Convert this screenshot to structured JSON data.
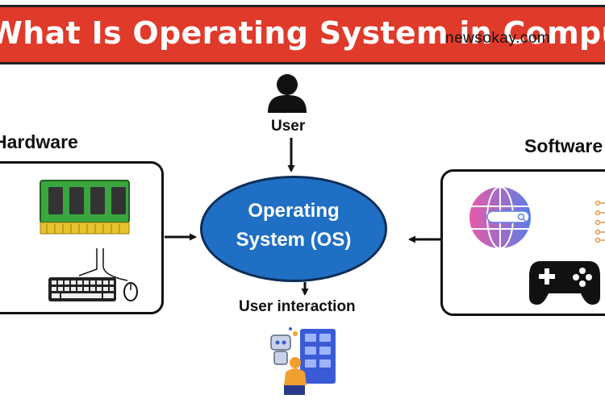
{
  "banner": {
    "title": "What Is Operating System in Computer?"
  },
  "watermark": "newsokay.com",
  "nodes": {
    "user": "User",
    "hardware": "Hardware",
    "software": "Software",
    "os_line1": "Operating",
    "os_line2": "System (OS)",
    "user_interaction": "User interaction"
  },
  "colors": {
    "banner": "#e03a2b",
    "os_fill": "#1f6fc4",
    "os_border": "#0c2e57",
    "ram_board": "#3aa63f",
    "globe_pink": "#e85aa8",
    "globe_blue": "#5b7ee8"
  },
  "icons": [
    "user-icon",
    "ram-icon",
    "keyboard-icon",
    "mouse-icon",
    "globe-icon",
    "gamepad-icon",
    "code-icon",
    "robot-illustration"
  ]
}
